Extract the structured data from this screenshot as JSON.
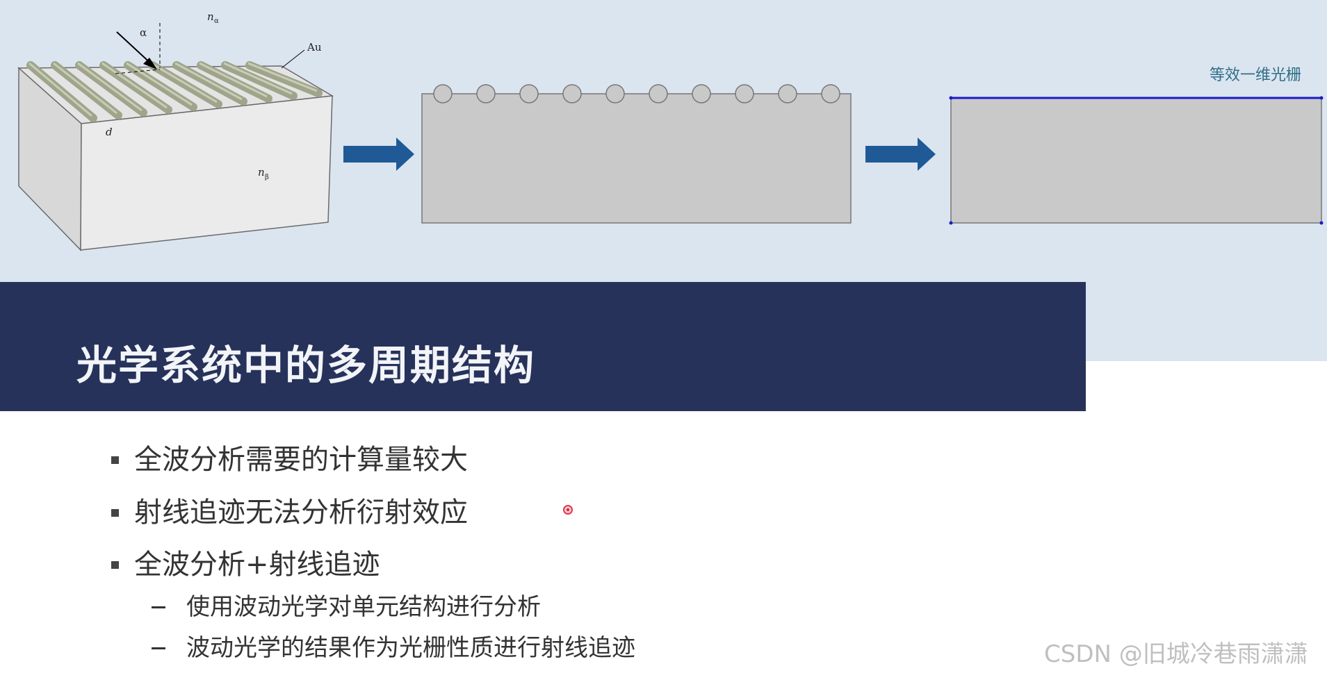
{
  "title": "光学系统中的多周期结构",
  "figure": {
    "label_alpha": "α",
    "label_n_alpha": "n",
    "label_n_alpha_sub": "α",
    "label_au": "Au",
    "label_d": "d",
    "label_n_beta": "n",
    "label_n_beta_sub": "β",
    "equivalent_label": "等效一维光栅"
  },
  "bullets": [
    {
      "text": "全波分析需要的计算量较大"
    },
    {
      "text": "射线追迹无法分析衍射效应"
    },
    {
      "text": "全波分析+射线追迹"
    }
  ],
  "sub_bullets": [
    {
      "text": "使用波动光学对单元结构进行分析"
    },
    {
      "text": "波动光学的结果作为光栅性质进行射线追迹"
    }
  ],
  "watermark": "CSDN @旧城冷巷雨潇潇",
  "colors": {
    "title_bar": "#26325a",
    "band": "#dbe5f0",
    "arrow": "#1f5a96",
    "grating_line": "#1a1acc"
  }
}
